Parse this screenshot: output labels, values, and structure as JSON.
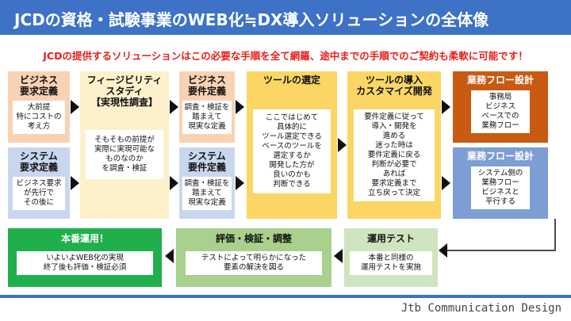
{
  "title": "JCDの資格・試験事業のWEB化≒DX導入ソリューションの全体像",
  "subtitle": "JCDの提供するソリューションはこの必要な手順を全て網羅、途中までの手順でのご契約も柔軟に可能です！",
  "boxes": {
    "biz_req": {
      "head": "ビジネス\n要求定義",
      "body": "大前提\n特にコストの\n考え方"
    },
    "sys_req": {
      "head": "システム\n要求定義",
      "body": "ビジネス要求\nが先行で\nその後に"
    },
    "feasibility": {
      "head": "フィージビリティ\nスタディ\n【実現性調査】",
      "body": "そもそもの前提が\n実際に実現可能な\nものなのか\nを調査・検証"
    },
    "biz_spec": {
      "head": "ビジネス\n要件定義",
      "body": "調査・検証を\n踏まえて\n現実な定義"
    },
    "sys_spec": {
      "head": "システム\n要件定義",
      "body": "調査・検証を\n踏まえて\n現実な定義"
    },
    "tool_select": {
      "head": "ツールの選定",
      "body": "ここではじめて\n具体的に\nツール選定できる\nベースのツールを\n選定するか\n開発した方が\n良いのかも\n判断できる"
    },
    "tool_intro": {
      "head": "ツールの導入\nカスタマイズ開発",
      "body": "要件定義に従って\n導入・開発を\n進める\n迷った時は\n要件定義に戻る\n判断が必要で\nあれば\n要求定義まで\n立ち戻って決定"
    },
    "flow_biz": {
      "head": "業務フロー設計",
      "body": "事務局\nビジネス\nベースでの\n業務フロー"
    },
    "flow_sys": {
      "head": "業務フロー設計",
      "body": "システム側の\n業務フロー\nビジネスと\n平行する"
    },
    "ops_test": {
      "head": "運用テスト",
      "body": "本番と同様の\n運用テストを実施"
    },
    "evaluation": {
      "head": "評価・検証・調整",
      "body": "テストによって明らかになった\n要素の解決を図る"
    },
    "production": {
      "head": "本番運用！",
      "body": "いよいよWEB化の実現\n終了後も評価・検証必須"
    }
  },
  "footer": "Jtb Communication Design",
  "colors": {
    "title_bar": "#3d72c6",
    "subtitle": "#e8201a",
    "peach": "#f9d2b4",
    "light_blue": "#c9d7ee",
    "cream": "#fdf1cc",
    "yellow": "#fbd664",
    "orange_dark": "#c85a12",
    "steel_blue": "#7d9ed4",
    "light_green": "#cfe5bf",
    "green": "#a9d08d",
    "bright_green": "#1fb04c"
  }
}
